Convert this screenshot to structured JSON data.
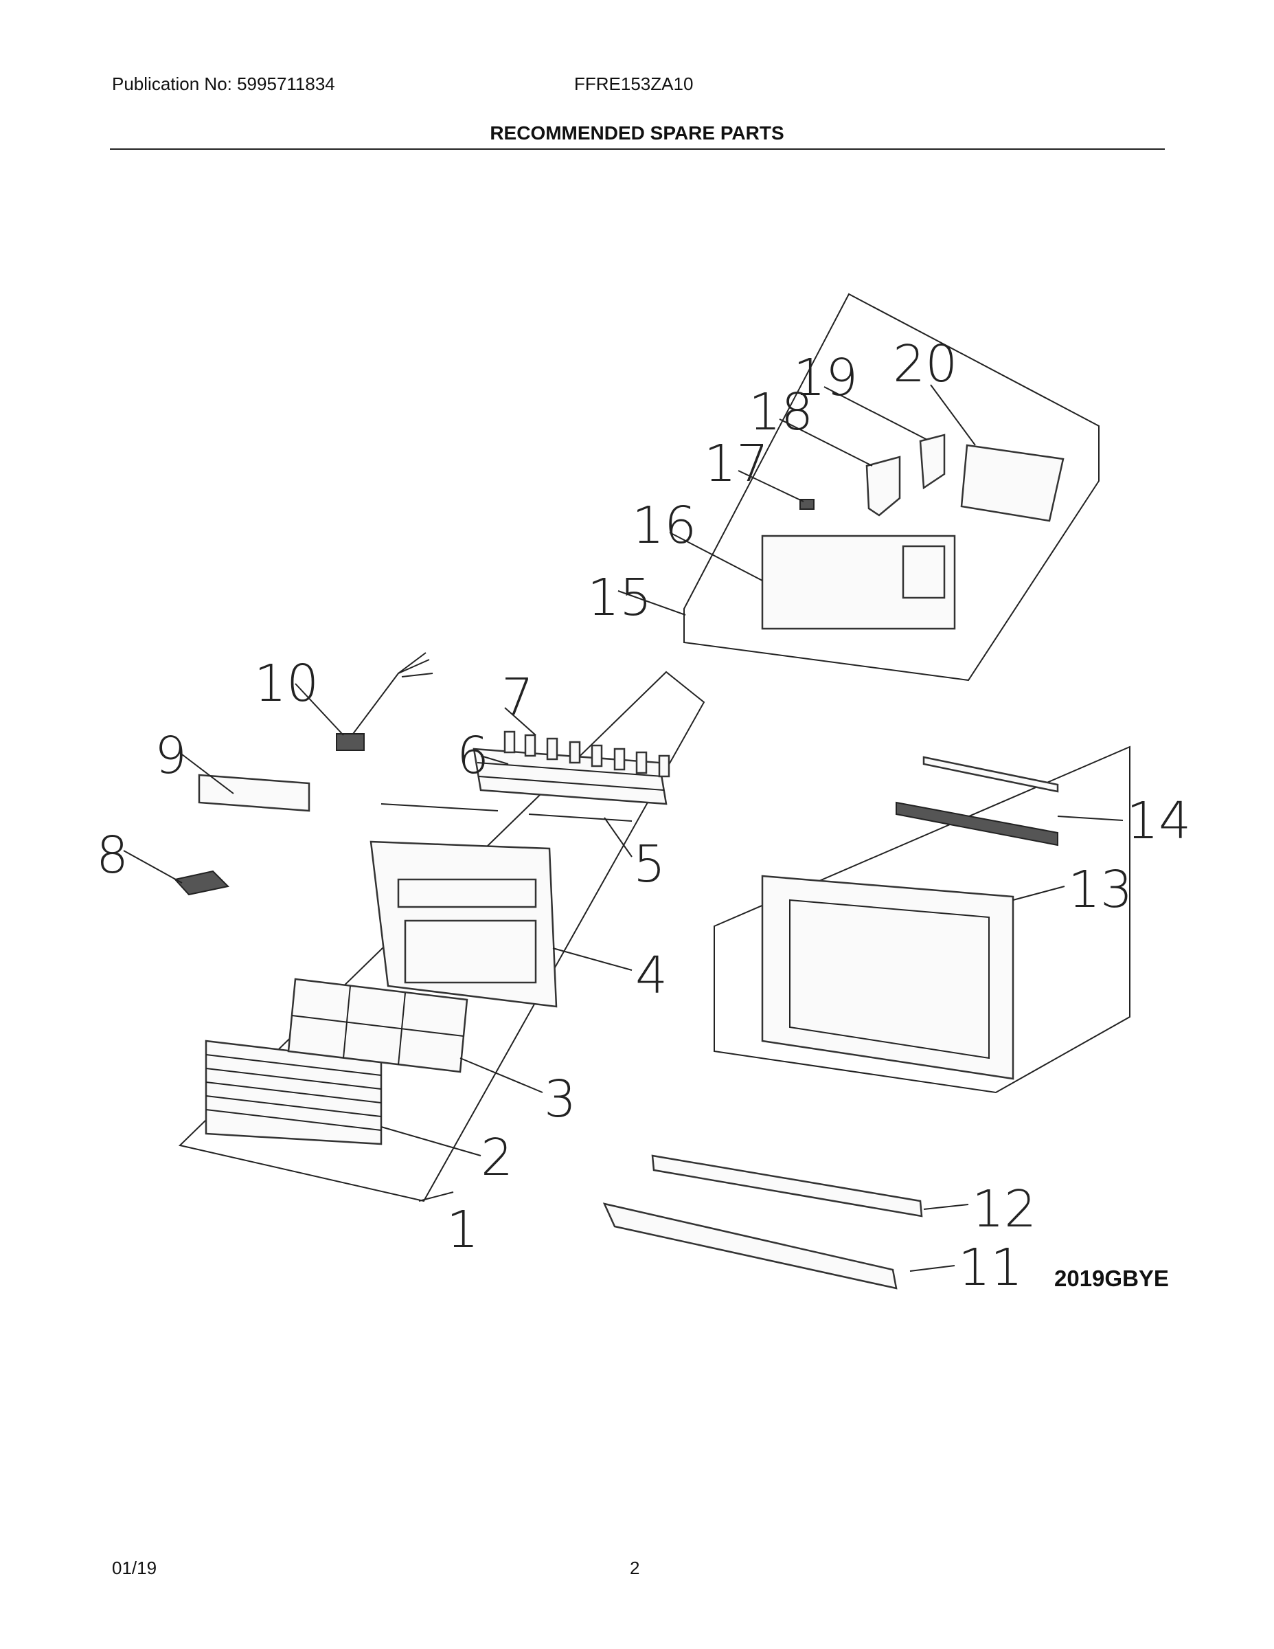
{
  "header": {
    "publication": "Publication No: 5995711834",
    "model": "FFRE153ZA10",
    "title": "RECOMMENDED SPARE PARTS"
  },
  "diagram": {
    "code": "2019GBYE",
    "callouts": [
      "1",
      "2",
      "3",
      "4",
      "5",
      "6",
      "7",
      "8",
      "9",
      "10",
      "11",
      "12",
      "13",
      "14",
      "15",
      "16",
      "17",
      "18",
      "19",
      "20"
    ]
  },
  "footer": {
    "date": "01/19",
    "page": "2"
  }
}
